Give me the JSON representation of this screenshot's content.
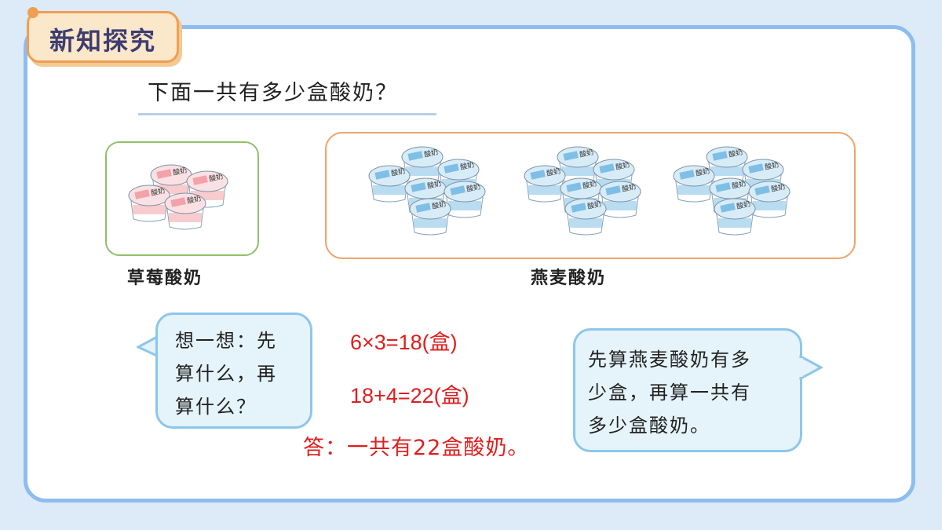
{
  "section_tag": "新知探究",
  "question": "下面一共有多少盒酸奶？",
  "yogurt_carton_text": "酸奶",
  "strawberry_label": "草莓酸奶",
  "oat_label": "燕麦酸奶",
  "think_bubble": {
    "lines": [
      "想一想：先",
      "算什么，再",
      "算什么？"
    ]
  },
  "equations": [
    "6×3=18(盒)",
    "18+4=22(盒)"
  ],
  "answer": "答：一共有22盒酸奶。",
  "hint_bubble": {
    "lines": [
      "先算燕麦酸奶有多",
      "少盒，再算一共有",
      "多少盒酸奶。"
    ]
  },
  "counts": {
    "strawberry_cartons": 4,
    "oat_groups": 3,
    "oat_cartons_per_group": 6
  },
  "colors": {
    "frame_border": "#8dbdf0",
    "tag_fill": "#fbe7c9",
    "tag_border": "#ef9f52",
    "green_box": "#8fc06a",
    "orange_box": "#f0a36a",
    "bubble_fill": "#e5f3fa",
    "bubble_border": "#8dc7ea",
    "equation_red": "#e01e1e",
    "strawberry_pink": "#f2a2a8",
    "oat_blue": "#7fbfe6"
  }
}
